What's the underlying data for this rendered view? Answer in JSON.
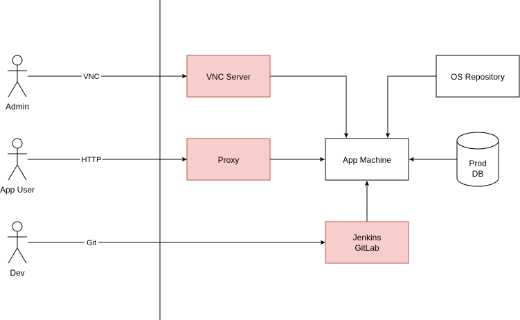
{
  "diagram": {
    "actors": {
      "admin": "Admin",
      "app_user": "App User",
      "dev": "Dev"
    },
    "nodes": {
      "vnc_server": "VNC Server",
      "proxy": "Proxy",
      "jenkins_line1": "Jenkins",
      "jenkins_line2": "GitLab",
      "app_machine": "App Machine",
      "os_repository": "OS Repository",
      "db_line1": "Prod",
      "db_line2": "DB"
    },
    "edges": {
      "admin_vnc": "VNC",
      "user_proxy": "HTTP",
      "dev_jenkins": "Git"
    },
    "colors": {
      "highlight_fill": "#f8cecc",
      "highlight_stroke": "#b85450",
      "stroke": "#000000"
    }
  }
}
